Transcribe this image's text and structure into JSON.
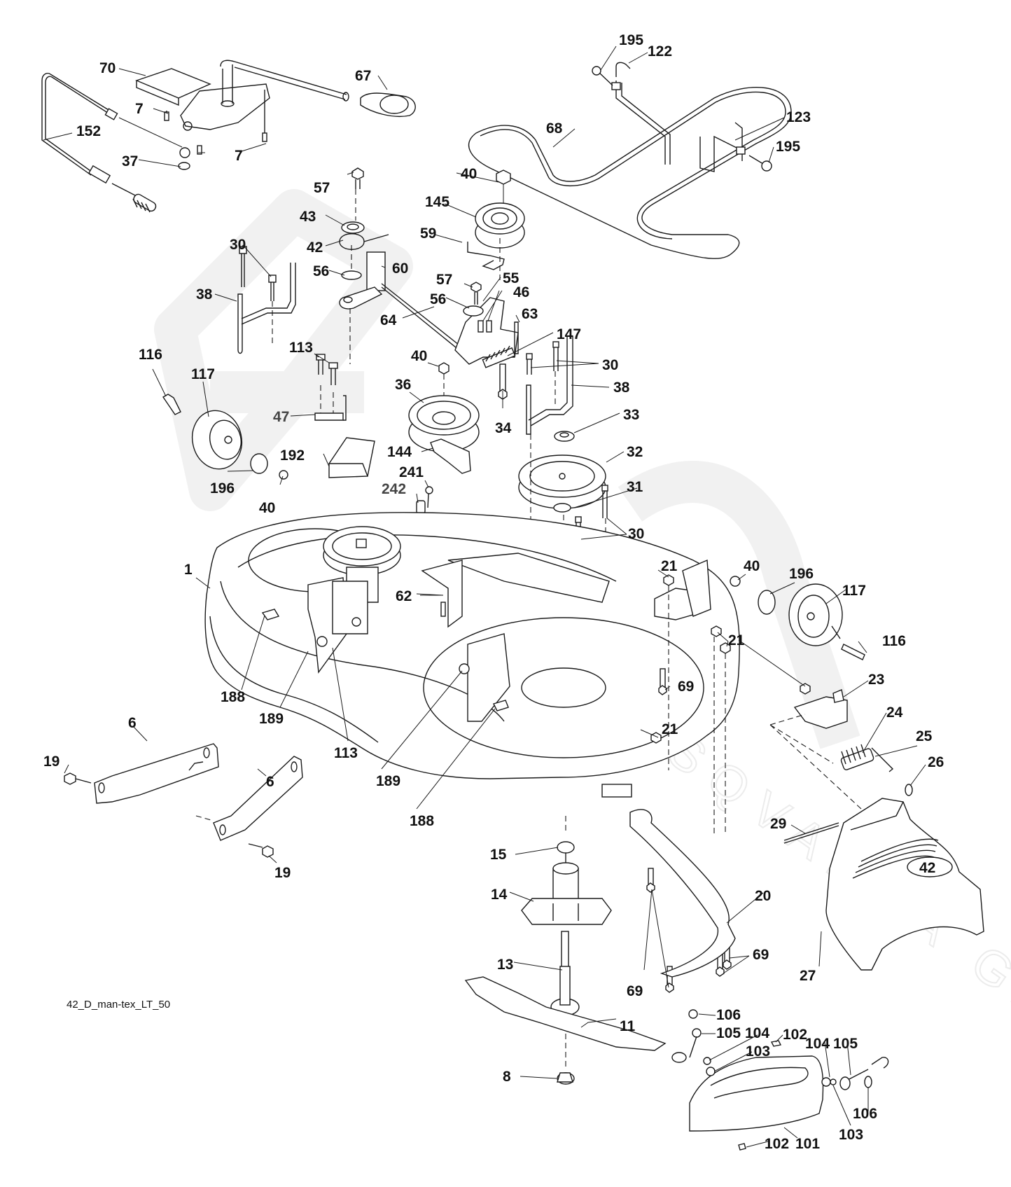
{
  "diagram": {
    "title_code": "42_D_man-tex_LT_50",
    "watermark": "HUSQVARNA GARDEN",
    "deck_badge": "42",
    "colors": {
      "line": "#1a1a1a",
      "label": "#111111",
      "background": "#ffffff",
      "watermark": "#f0f0f0"
    },
    "callouts": [
      {
        "id": "c70",
        "label": "70",
        "part": "engagement lever bracket"
      },
      {
        "id": "c67",
        "label": "67",
        "part": "lever knob"
      },
      {
        "id": "c7a",
        "label": "7",
        "part": "screw"
      },
      {
        "id": "c7b",
        "label": "7",
        "part": "screw"
      },
      {
        "id": "c152",
        "label": "152",
        "part": "engagement cable"
      },
      {
        "id": "c37",
        "label": "37",
        "part": "washer"
      },
      {
        "id": "c195a",
        "label": "195",
        "part": "screw"
      },
      {
        "id": "c122",
        "label": "122",
        "part": "belt guide"
      },
      {
        "id": "c123",
        "label": "123",
        "part": "belt guide"
      },
      {
        "id": "c195b",
        "label": "195",
        "part": "screw"
      },
      {
        "id": "c68",
        "label": "68",
        "part": "deck belt"
      },
      {
        "id": "c40a",
        "label": "40",
        "part": "nut"
      },
      {
        "id": "c145",
        "label": "145",
        "part": "idler pulley"
      },
      {
        "id": "c59",
        "label": "59",
        "part": "belt keeper"
      },
      {
        "id": "c57a",
        "label": "57",
        "part": "screw"
      },
      {
        "id": "c43",
        "label": "43",
        "part": "bushing"
      },
      {
        "id": "c42",
        "label": "42",
        "part": "spring"
      },
      {
        "id": "c56a",
        "label": "56",
        "part": "washer"
      },
      {
        "id": "c60",
        "label": "60",
        "part": "bracket"
      },
      {
        "id": "c30a",
        "label": "30",
        "part": "bolt"
      },
      {
        "id": "c38a",
        "label": "38",
        "part": "belt guide"
      },
      {
        "id": "c57b",
        "label": "57",
        "part": "screw"
      },
      {
        "id": "c55",
        "label": "55",
        "part": "idler arm"
      },
      {
        "id": "c56b",
        "label": "56",
        "part": "washer"
      },
      {
        "id": "c46",
        "label": "46",
        "part": "bolt"
      },
      {
        "id": "c64",
        "label": "64",
        "part": "rod"
      },
      {
        "id": "c63",
        "label": "63",
        "part": "bracket"
      },
      {
        "id": "c147",
        "label": "147",
        "part": "spring"
      },
      {
        "id": "c113a",
        "label": "113",
        "part": "bolt"
      },
      {
        "id": "c40b",
        "label": "40",
        "part": "nut"
      },
      {
        "id": "c30b",
        "label": "30",
        "part": "bolt"
      },
      {
        "id": "c38b",
        "label": "38",
        "part": "belt guide"
      },
      {
        "id": "c116a",
        "label": "116",
        "part": "bolt"
      },
      {
        "id": "c117a",
        "label": "117",
        "part": "gauge wheel"
      },
      {
        "id": "c36",
        "label": "36",
        "part": "idler pulley"
      },
      {
        "id": "c34",
        "label": "34",
        "part": "bolt"
      },
      {
        "id": "c33",
        "label": "33",
        "part": "nut"
      },
      {
        "id": "c47",
        "label": "47",
        "part": "bracket"
      },
      {
        "id": "c192",
        "label": "192",
        "part": "bracket"
      },
      {
        "id": "c144",
        "label": "144",
        "part": "belt keeper"
      },
      {
        "id": "c32",
        "label": "32",
        "part": "pulley"
      },
      {
        "id": "c241",
        "label": "241",
        "part": "screw"
      },
      {
        "id": "c196a",
        "label": "196",
        "part": "washer"
      },
      {
        "id": "c40c",
        "label": "40",
        "part": "nut"
      },
      {
        "id": "c242",
        "label": "242",
        "part": "bushing"
      },
      {
        "id": "c31",
        "label": "31",
        "part": "washer"
      },
      {
        "id": "c30c",
        "label": "30",
        "part": "bolt"
      },
      {
        "id": "c1",
        "label": "1",
        "part": "mower deck housing"
      },
      {
        "id": "c21a",
        "label": "21",
        "part": "nut"
      },
      {
        "id": "c40d",
        "label": "40",
        "part": "nut"
      },
      {
        "id": "c196b",
        "label": "196",
        "part": "washer"
      },
      {
        "id": "c117b",
        "label": "117",
        "part": "gauge wheel"
      },
      {
        "id": "c62",
        "label": "62",
        "part": "screw"
      },
      {
        "id": "c116b",
        "label": "116",
        "part": "bolt"
      },
      {
        "id": "c21b",
        "label": "21",
        "part": "nut"
      },
      {
        "id": "c188a",
        "label": "188",
        "part": "stud"
      },
      {
        "id": "c69a",
        "label": "69",
        "part": "bolt"
      },
      {
        "id": "c23",
        "label": "23",
        "part": "bracket"
      },
      {
        "id": "c189a",
        "label": "189",
        "part": "bushing"
      },
      {
        "id": "c113b",
        "label": "113",
        "part": "bolt"
      },
      {
        "id": "c24",
        "label": "24",
        "part": "clip"
      },
      {
        "id": "c21c",
        "label": "21",
        "part": "nut"
      },
      {
        "id": "c25",
        "label": "25",
        "part": "spring"
      },
      {
        "id": "c6a",
        "label": "6",
        "part": "hanger bracket"
      },
      {
        "id": "c19a",
        "label": "19",
        "part": "bolt"
      },
      {
        "id": "c26",
        "label": "26",
        "part": "washer"
      },
      {
        "id": "c189b",
        "label": "189",
        "part": "bushing"
      },
      {
        "id": "c188b",
        "label": "188",
        "part": "stud"
      },
      {
        "id": "c6b",
        "label": "6",
        "part": "hanger bracket"
      },
      {
        "id": "c29",
        "label": "29",
        "part": "rod"
      },
      {
        "id": "c19b",
        "label": "19",
        "part": "bolt"
      },
      {
        "id": "c15",
        "label": "15",
        "part": "bearing"
      },
      {
        "id": "c14",
        "label": "14",
        "part": "spindle housing"
      },
      {
        "id": "c20",
        "label": "20",
        "part": "stabilizer"
      },
      {
        "id": "c27",
        "label": "27",
        "part": "discharge chute"
      },
      {
        "id": "c69b",
        "label": "69",
        "part": "bolt"
      },
      {
        "id": "c13",
        "label": "13",
        "part": "spindle shaft"
      },
      {
        "id": "c69c",
        "label": "69",
        "part": "bolt"
      },
      {
        "id": "c11",
        "label": "11",
        "part": "blade"
      },
      {
        "id": "c106a",
        "label": "106",
        "part": "cap"
      },
      {
        "id": "c102a",
        "label": "102",
        "part": "screw"
      },
      {
        "id": "c105a",
        "label": "105",
        "part": "link"
      },
      {
        "id": "c104a",
        "label": "104",
        "part": "nut"
      },
      {
        "id": "c104b",
        "label": "104",
        "part": "nut"
      },
      {
        "id": "c105b",
        "label": "105",
        "part": "link"
      },
      {
        "id": "c103a",
        "label": "103",
        "part": "washer"
      },
      {
        "id": "c8",
        "label": "8",
        "part": "blade bolt"
      },
      {
        "id": "c106b",
        "label": "106",
        "part": "cap"
      },
      {
        "id": "c103b",
        "label": "103",
        "part": "washer"
      },
      {
        "id": "c102b",
        "label": "102",
        "part": "screw"
      },
      {
        "id": "c101",
        "label": "101",
        "part": "mulch cover"
      }
    ]
  }
}
